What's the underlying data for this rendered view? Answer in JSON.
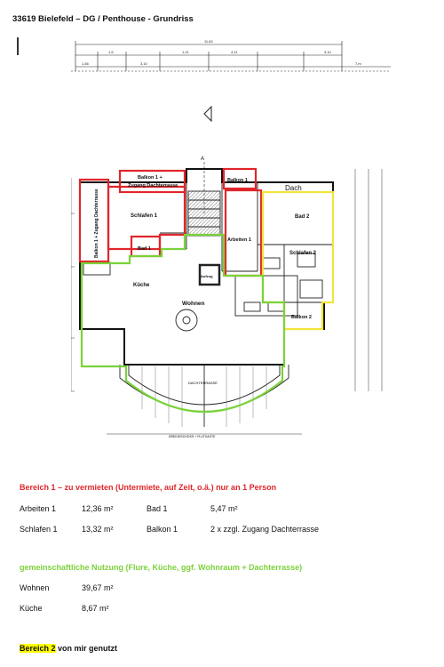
{
  "title": "33619 Bielefeld – DG / Penthouse - Grundriss",
  "plan": {
    "labels": {
      "balkon1_top": "Balkon 1 +",
      "zugang_top": "Zugang Dachterrasse",
      "balkon1_left": "Balkon 1 + Zugang Dachterrasse",
      "schlafen1": "Schlafen 1",
      "bad1": "Bad 1",
      "kueche": "Küche",
      "aufzug": "Aufzug",
      "wohnen": "Wohnen",
      "balkon1_right": "Balkon 1",
      "arbeiten1": "Arbeiten 1",
      "dach": "Dach",
      "bad2": "Bad 2",
      "schlafen2": "Schlafen 2",
      "balkon2": "Balkon 2",
      "dachterrasse": "DACHTERRASSE",
      "bottom_note": "DREIGESCHOSS + FLUTKASTE",
      "dim_top": "11,62",
      "dim_1": "1,46",
      "dim_2": "1,5",
      "dim_3": "3,10",
      "dim_4": "1,21",
      "dim_5": "4,11",
      "dim_6": "3,10",
      "dim_7": "7,m",
      "a_label": "A"
    }
  },
  "section1": {
    "heading": "Bereich 1 – zu vermieten (Untermiete, auf Zeit, o.ä.) nur an 1 Person",
    "rows": [
      {
        "a": "Arbeiten 1",
        "b": "12,36 m²",
        "c": "Bad 1",
        "d": "5,47 m²"
      },
      {
        "a": "Schlafen 1",
        "b": "13,32 m²",
        "c": "Balkon 1",
        "d": "2 x zzgl. Zugang Dachterrasse"
      }
    ]
  },
  "section2": {
    "heading": "gemeinschaftliche Nutzung (Flure, Küche, ggf. Wohnraum + Dachterrasse)",
    "rows": [
      {
        "a": "Wohnen",
        "b": "39,67 m²"
      },
      {
        "a": "Küche",
        "b": "8,67 m²"
      }
    ]
  },
  "section3": {
    "heading_hl": "Bereich 2",
    "heading_rest": " von mir genutzt"
  },
  "colors": {
    "red": "#e0262b",
    "green": "#7bd23a",
    "yellow": "#f2e33a",
    "highlight": "#ffff00"
  }
}
